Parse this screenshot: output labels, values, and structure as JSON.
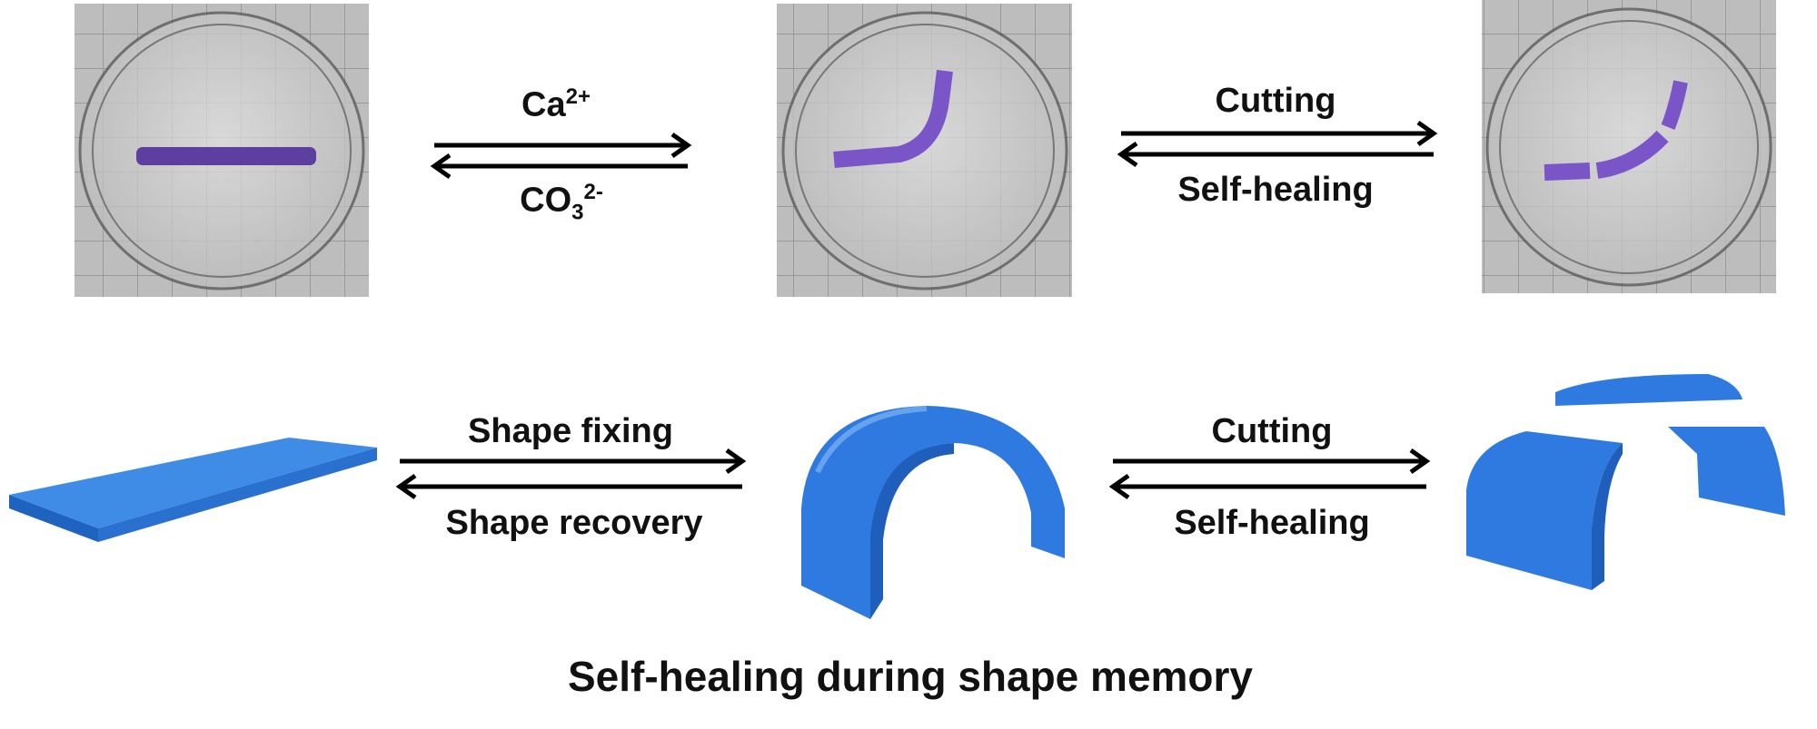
{
  "top_row": {
    "reaction1": {
      "forward": "Ca",
      "forward_sup": "2+",
      "reverse": "CO",
      "reverse_sub": "3",
      "reverse_sup": "2-"
    },
    "reaction2": {
      "forward": "Cutting",
      "reverse": "Self-healing"
    }
  },
  "bottom_row": {
    "reaction1": {
      "forward": "Shape fixing",
      "reverse": "Shape recovery"
    },
    "reaction2": {
      "forward": "Cutting",
      "reverse": "Self-healing"
    }
  },
  "title": "Self-healing during shape memory",
  "colors": {
    "gel": "#6a4fb0",
    "slab": "#2f7fe0",
    "slab_dark": "#1d5fb8",
    "grid_bg": "#b9b9b9"
  }
}
